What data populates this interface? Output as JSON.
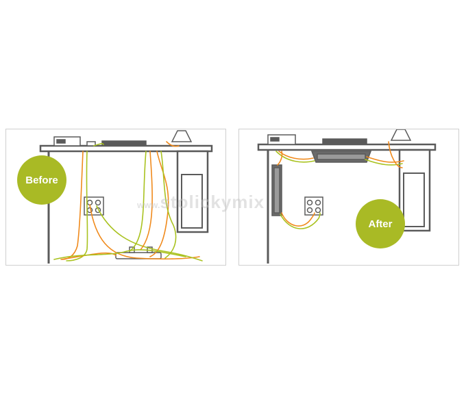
{
  "colors": {
    "badge": "#a9ba25",
    "cable_orange": "#f08a1c",
    "cable_green": "#a9c21f",
    "line": "#5a5a5a",
    "panel_border": "#cfcfcf"
  },
  "before": {
    "label": "Before"
  },
  "after": {
    "label": "After"
  },
  "watermark": {
    "prefix": "www.",
    "text": "stolickymix"
  }
}
